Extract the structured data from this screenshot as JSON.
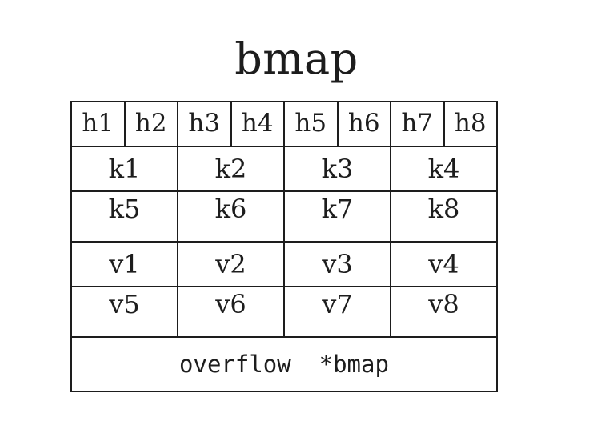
{
  "figure": {
    "title": "bmap",
    "background_color": "#ffffff",
    "line_color": "#1d1d1d",
    "text_color": "#1d1d1d"
  },
  "tophash": {
    "cells": [
      {
        "label": "h1"
      },
      {
        "label": "h2"
      },
      {
        "label": "h3"
      },
      {
        "label": "h4"
      },
      {
        "label": "h5"
      },
      {
        "label": "h6"
      },
      {
        "label": "h7"
      },
      {
        "label": "h8"
      }
    ]
  },
  "keys": {
    "rows": [
      {
        "cells": [
          {
            "label": "k1"
          },
          {
            "label": "k2"
          },
          {
            "label": "k3"
          },
          {
            "label": "k4"
          }
        ]
      },
      {
        "cells": [
          {
            "label": "k5"
          },
          {
            "label": "k6"
          },
          {
            "label": "k7"
          },
          {
            "label": "k8"
          }
        ]
      }
    ]
  },
  "values": {
    "rows": [
      {
        "cells": [
          {
            "label": "v1"
          },
          {
            "label": "v2"
          },
          {
            "label": "v3"
          },
          {
            "label": "v4"
          }
        ]
      },
      {
        "cells": [
          {
            "label": "v5"
          },
          {
            "label": "v6"
          },
          {
            "label": "v7"
          },
          {
            "label": "v8"
          }
        ]
      }
    ]
  },
  "overflow": {
    "label": "overflow  *bmap"
  }
}
